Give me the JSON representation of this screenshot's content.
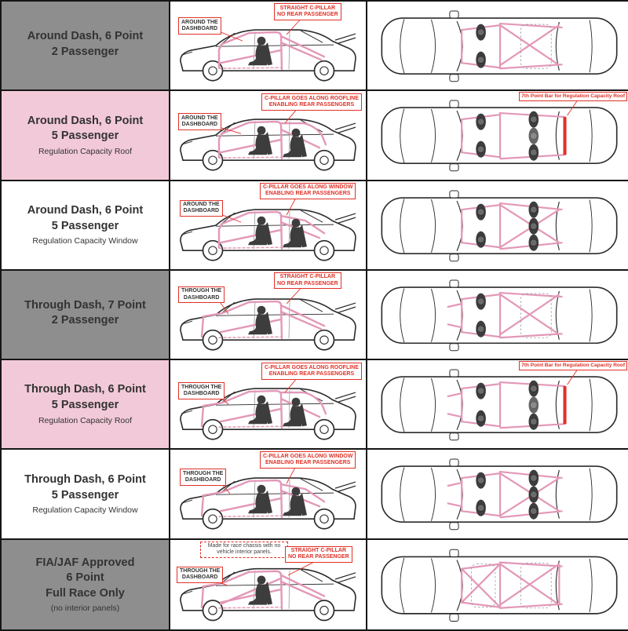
{
  "colors": {
    "grid_line": "#161616",
    "label_gray_bg": "#8E8E8E",
    "label_pink_bg": "#F2C9D8",
    "label_white_bg": "#FFFFFF",
    "cage_pink": "#E398B8",
    "annotation_red": "#E03127",
    "figure_dark": "#3D3D3D"
  },
  "rows": [
    {
      "title1": "Around Dash, 6 Point",
      "title2": "2 Passenger",
      "title3": "",
      "subtitle": "",
      "dash1": "AROUND THE",
      "dash2": "DASHBOARD",
      "pillar1": "STRAIGHT C-PILLAR",
      "pillar2": "NO REAR PASSENGER",
      "top_label": "",
      "note": ""
    },
    {
      "title1": "Around Dash, 6 Point",
      "title2": "5 Passenger",
      "title3": "",
      "subtitle": "Regulation Capacity Roof",
      "dash1": "AROUND THE",
      "dash2": "DASHBOARD",
      "pillar1": "C-PILLAR GOES ALONG ROOFLINE",
      "pillar2": "ENABLING REAR PASSENGERS",
      "top_label": "7th Point Bar for Regulation Capacity Roof",
      "note": ""
    },
    {
      "title1": "Around Dash, 6 Point",
      "title2": "5 Passenger",
      "title3": "",
      "subtitle": "Regulation Capacity Window",
      "dash1": "AROUND THE",
      "dash2": "DASHBOARD",
      "pillar1": "C-PILLAR GOES ALONG WINDOW",
      "pillar2": "ENABLING REAR PASSENGERS",
      "top_label": "",
      "note": ""
    },
    {
      "title1": "Through Dash, 7 Point",
      "title2": "2 Passenger",
      "title3": "",
      "subtitle": "",
      "dash1": "THROUGH THE",
      "dash2": "DASHBOARD",
      "pillar1": "STRAIGHT C-PILLAR",
      "pillar2": "NO REAR PASSENGER",
      "top_label": "",
      "note": ""
    },
    {
      "title1": "Through Dash, 6 Point",
      "title2": "5 Passenger",
      "title3": "",
      "subtitle": "Regulation Capacity Roof",
      "dash1": "THROUGH THE",
      "dash2": "DASHBOARD",
      "pillar1": "C-PILLAR GOES ALONG ROOFLINE",
      "pillar2": "ENABLING REAR PASSENGERS",
      "top_label": "7th Point Bar for Regulation Capacity Roof",
      "note": ""
    },
    {
      "title1": "Through Dash, 6 Point",
      "title2": "5 Passenger",
      "title3": "",
      "subtitle": "Regulation Capacity Window",
      "dash1": "THROUGH THE",
      "dash2": "DASHBOARD",
      "pillar1": "C-PILLAR GOES ALONG WINDOW",
      "pillar2": "ENABLING REAR PASSENGERS",
      "top_label": "",
      "note": ""
    },
    {
      "title1": "FIA/JAF Approved",
      "title2": "6 Point",
      "title3": "Full Race Only",
      "subtitle": "(no interior panels)",
      "dash1": "THROUGH THE",
      "dash2": "DASHBOARD",
      "pillar1": "STRAIGHT C-PILLAR",
      "pillar2": "NO REAR PASSENGER",
      "top_label": "",
      "note": "Made for race chassis with no vehicle interior panels."
    }
  ]
}
